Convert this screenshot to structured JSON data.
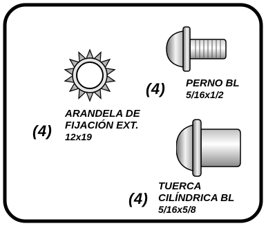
{
  "parts": [
    {
      "icon": "lock-washer-icon",
      "qty": "(4)",
      "lines": [
        "ARANDELA DE",
        "FIJACIÓN EXT.",
        "12x19"
      ]
    },
    {
      "icon": "bolt-icon",
      "qty": "(4)",
      "lines": [
        "PERNO BL",
        "5/16x1/2"
      ]
    },
    {
      "icon": "barrel-nut-icon",
      "qty": "(4)",
      "lines": [
        "TUERCA",
        "CILÍNDRICA BL",
        "5/16x5/8"
      ]
    }
  ]
}
